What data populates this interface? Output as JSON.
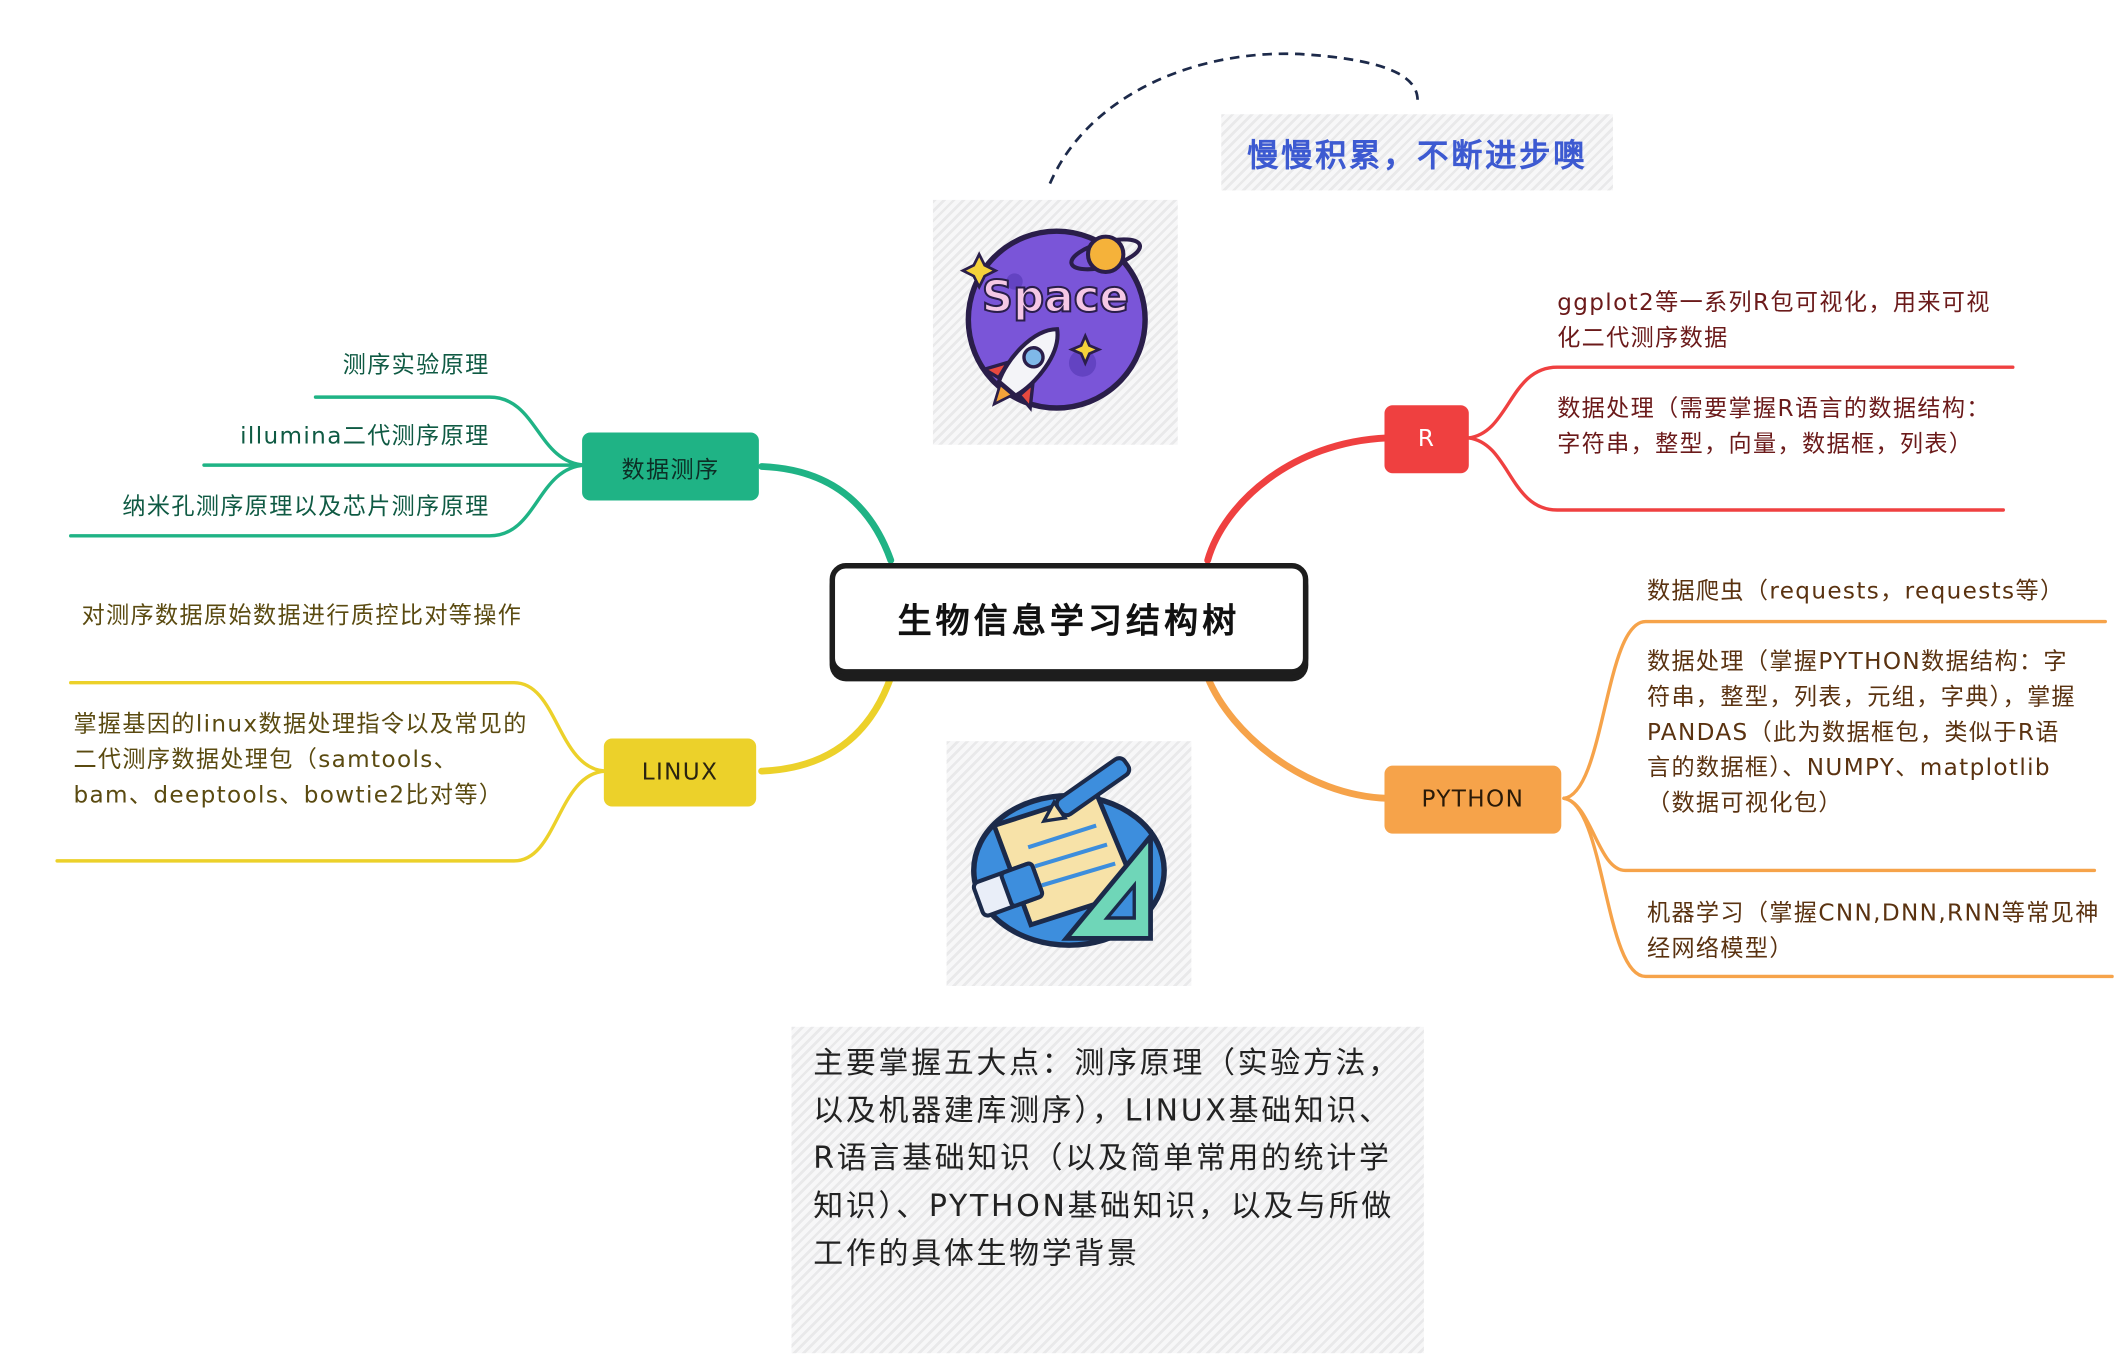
{
  "root": {
    "label": "生物信息学习结构树"
  },
  "motto": "慢慢积累，不断进步噢",
  "sticker_space_text": "Space",
  "summary": "主要掌握五大点：测序原理（实验方法，以及机器建库测序），LINUX基础知识、R语言基础知识（以及简单常用的统计学知识）、PYTHON基础知识，以及与所做工作的具体生物学背景",
  "branches": {
    "sequencing": {
      "label": "数据测序",
      "color": "#1fb385",
      "items": [
        "测序实验原理",
        "illumina二代测序原理",
        "纳米孔测序原理以及芯片测序原理"
      ]
    },
    "linux": {
      "label": "LINUX",
      "color": "#ecd12a",
      "items": [
        "对测序数据原始数据进行质控比对等操作",
        "掌握基因的linux数据处理指令以及常见的二代测序数据处理包（samtools、bam、deeptools、bowtie2比对等）"
      ]
    },
    "r": {
      "label": "R",
      "color": "#ef4040",
      "items": [
        "ggplot2等一系列R包可视化，用来可视化二代测序数据",
        "数据处理（需要掌握R语言的数据结构：字符串，整型，向量，数据框，列表）"
      ]
    },
    "python": {
      "label": "PYTHON",
      "color": "#f6a34a",
      "items": [
        "数据爬虫（requests，requests等）",
        "数据处理（掌握PYTHON数据结构：字符串，整型，列表，元组，字典），掌握PANDAS（此为数据框包，类似于R语言的数据框）、NUMPY、matplotlib（数据可视化包）",
        "机器学习（掌握CNN,DNN,RNN等常见神经网络模型）"
      ]
    }
  }
}
